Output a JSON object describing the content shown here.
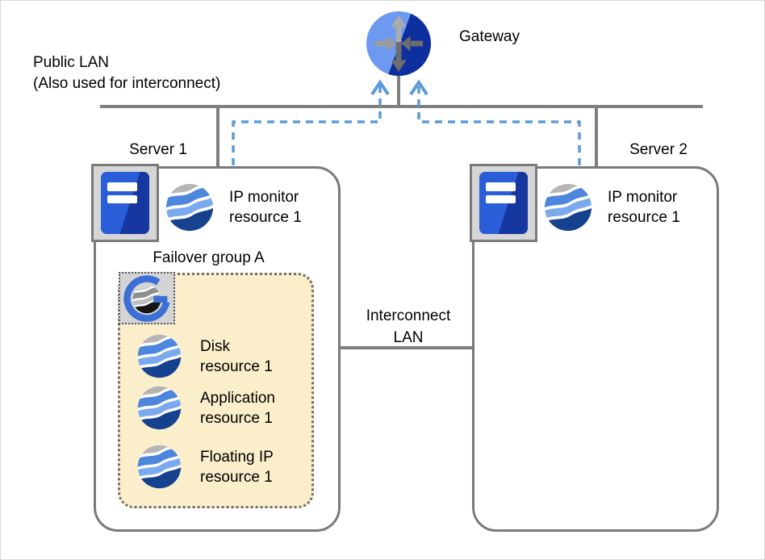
{
  "diagram": {
    "gateway_label": "Gateway",
    "public_lan": {
      "line1": "Public LAN",
      "line2": "(Also used for interconnect)"
    },
    "interconnect": {
      "line1": "Interconnect",
      "line2": "LAN"
    },
    "server1": {
      "label": "Server 1",
      "ip_monitor": {
        "line1": "IP monitor",
        "line2": "resource 1"
      },
      "failover_group": {
        "label": "Failover group A",
        "resources": [
          {
            "line1": "Disk",
            "line2": "resource 1"
          },
          {
            "line1": "Application",
            "line2": "resource 1"
          },
          {
            "line1": "Floating IP",
            "line2": "resource 1"
          }
        ]
      }
    },
    "server2": {
      "label": "Server 2",
      "ip_monitor": {
        "line1": "IP monitor",
        "line2": "resource 1"
      }
    }
  },
  "icons": {
    "gateway": "router-circle with four arrows",
    "server": "blue tower with two white bars on gray plate",
    "resource": "globe with wavy blue bands",
    "failover_group": "blue G around grayscale globe"
  },
  "colors": {
    "line_gray": "#7f7f7f",
    "box_border": "#7a7a7a",
    "dashed_blue": "#5b9bd5",
    "failover_fill": "#fbeecb",
    "gateway_light": "#6d9af0",
    "gateway_dark": "#0e2f9e",
    "tower_light": "#2a5ed8",
    "tower_dark": "#16379f",
    "globe_gray": "#b5b5b5",
    "globe_blue": "#4c86dd",
    "globe_light_blue": "#7ba9ee",
    "globe_navy": "#15418e"
  }
}
